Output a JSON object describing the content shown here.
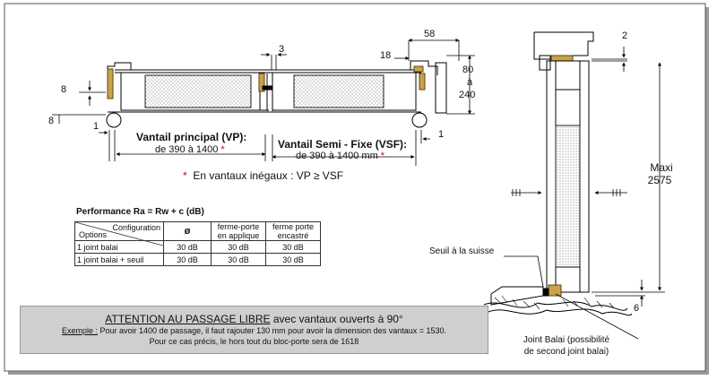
{
  "plan": {
    "dim_3": "3",
    "dim_58": "58",
    "dim_18": "18",
    "dim_80": "80",
    "dim_a": "à",
    "dim_240": "240",
    "dim_8_top": "8",
    "dim_8_side": "8",
    "dim_1_left": "1",
    "dim_1_right": "1",
    "vp_label": "Vantail principal  (VP):",
    "vp_range": "de 390 à 1400",
    "vp_star": "*",
    "vsf_label": "Vantail Semi - Fixe (VSF):",
    "vsf_range": "de 390 à 1400 mm",
    "vsf_star": "*",
    "uneven_star": "*",
    "uneven_text": "En vantaux inégaux : VP ≥ VSF"
  },
  "performance": {
    "title": "Performance Ra = Rw + c (dB)",
    "header_config": "Configuration",
    "header_options": "Options",
    "header_symbol": "ø",
    "header_col2": [
      "ferme-porte",
      "en applique"
    ],
    "header_col3": [
      "ferme porte",
      "encastré"
    ],
    "rows": [
      [
        "1 joint balai",
        "30 dB",
        "30 dB",
        "30 dB"
      ],
      [
        "1 joint balai + seuil",
        "30 dB",
        "30 dB",
        "30 dB"
      ]
    ]
  },
  "note": {
    "heading_u": "ATTENTION AU PASSAGE LIBRE",
    "heading_rest": " avec vantaux ouverts à 90°",
    "example_u": "Exemple :",
    "example_rest": " Pour avoir 1400 de passage, il faut rajouter 130 mm pour avoir la dimension des vantaux = 1530.",
    "line3": "Pour ce cas précis, le hors tout du bloc-porte sera de 1618"
  },
  "section": {
    "dim_2": "2",
    "maxi": "Maxi",
    "maxi_value": "2575",
    "dim_6": "6",
    "seuil": "Seuil à la suisse",
    "joint_line1": "Joint Balai (possibilité",
    "joint_line2": "de second joint balai)"
  }
}
